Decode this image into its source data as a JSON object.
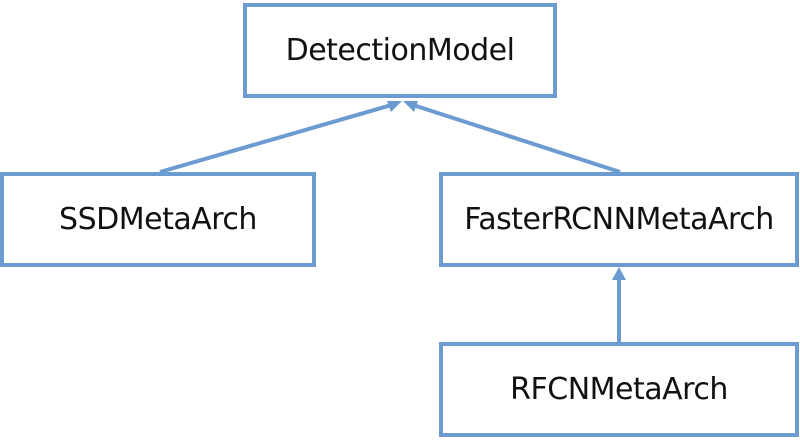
{
  "diagram": {
    "colors": {
      "border": "#6b9bd1",
      "text": "#111111",
      "background": "#ffffff"
    },
    "nodes": {
      "detection_model": "DetectionModel",
      "ssd_meta_arch": "SSDMetaArch",
      "faster_rcnn_meta_arch": "FasterRCNNMetaArch",
      "rfcn_meta_arch": "RFCNMetaArch"
    },
    "edges": [
      {
        "from": "SSDMetaArch",
        "to": "DetectionModel",
        "type": "inheritance"
      },
      {
        "from": "FasterRCNNMetaArch",
        "to": "DetectionModel",
        "type": "inheritance"
      },
      {
        "from": "RFCNMetaArch",
        "to": "FasterRCNNMetaArch",
        "type": "inheritance"
      }
    ]
  }
}
